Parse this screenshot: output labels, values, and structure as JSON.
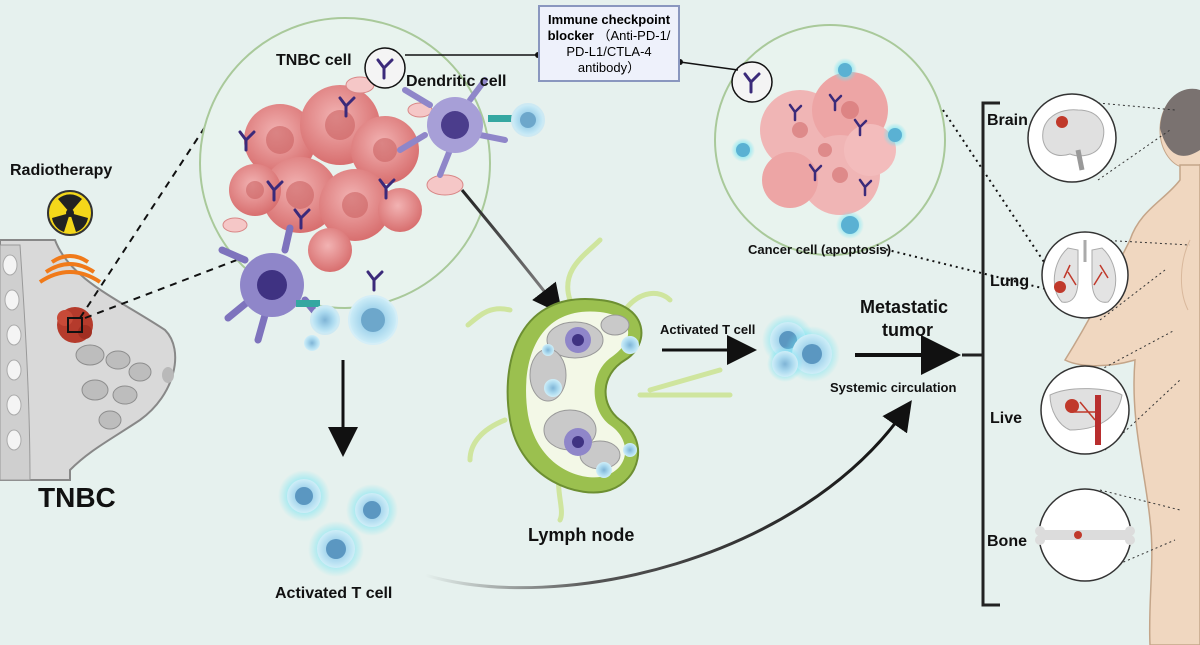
{
  "labels": {
    "radiotherapy": "Radiotherapy",
    "tnbc": "TNBC",
    "tnbc_cell": "TNBC cell",
    "dendritic_cell": "Dendritic cell",
    "checkpoint_title": "Immune checkpoint blocker",
    "checkpoint_detail": "（Anti-PD-1/ PD-L1/CTLA-4 antibody）",
    "cancer_cell_apoptosis": "Cancer cell (apoptosis)",
    "activated_t_cell_node": "Activated T cell",
    "activated_t_cell_bottom": "Activated T cell",
    "lymph_node": "Lymph node",
    "metastatic_tumor_line1": "Metastatic",
    "metastatic_tumor_line2": "tumor",
    "systemic_circulation": "Systemic circulation",
    "brain": "Brain",
    "lung": "Lung",
    "liver": "Live",
    "bone": "Bone"
  },
  "colors": {
    "background": "#e6f1ee",
    "tumor": "#e48b8b",
    "dendritic": "#8f86c9",
    "t_cell": "#9fd3ea",
    "antibody": "#3b2a7a",
    "lymph_node_ring": "#9bc04f",
    "body_skin": "#f0d7c0"
  }
}
